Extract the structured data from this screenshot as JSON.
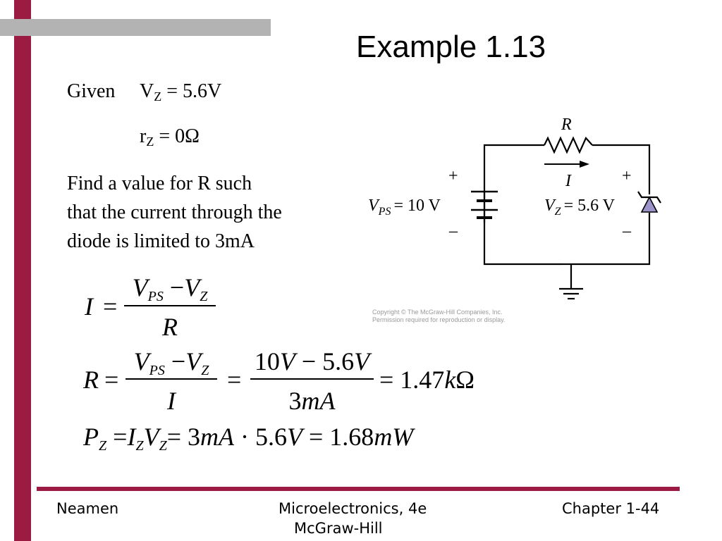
{
  "slide": {
    "title": "Example 1.13",
    "colors": {
      "accent": "#9b1b42",
      "top_bar": "#b3b3b3"
    }
  },
  "given": {
    "label": "Given",
    "vz_sym": "V",
    "vz_sub": "Z",
    "vz_val": "= 5.6V",
    "rz_sym": "r",
    "rz_sub": "Z",
    "rz_val": "= 0Ω"
  },
  "problem": {
    "lines": [
      "Find a value for R such",
      "that the current through the",
      "diode is limited to 3mA"
    ]
  },
  "circuit": {
    "r_label": "R",
    "i_label": "I",
    "plus_left": "+",
    "minus_left": "–",
    "plus_right": "+",
    "minus_right": "–",
    "vps_sym": "V",
    "vps_sub": "PS",
    "vps_val": "= 10 V",
    "vz_sym": "V",
    "vz_sub": "Z",
    "vz_val": "= 5.6 V",
    "copyright_1": "Copyright © The McGraw-Hill Companies, Inc.",
    "copyright_2": "Permission required for reproduction or display."
  },
  "equations": {
    "eq1": {
      "lhs": "I",
      "eq": "=",
      "num_v1": "V",
      "num_s1": "PS",
      "num_minus": " −",
      "num_v2": "V",
      "num_s2": "Z",
      "den": "R"
    },
    "eq2": {
      "lhs": "R",
      "eq1": "=",
      "num_v1": "V",
      "num_s1": "PS",
      "num_minus": " −",
      "num_v2": "V",
      "num_s2": "Z",
      "den1": "I",
      "eq2": "=",
      "num2_a": "10",
      "num2_b": "V",
      "num2_c": " − 5.6",
      "num2_d": "V",
      "den2_a": "3",
      "den2_b": "mA",
      "eq3": "= 1.47",
      "res_unit": "k",
      "res_omega": "Ω"
    },
    "eq3": {
      "p": "P",
      "p_sub": "Z",
      "eq": " =",
      "i": "I",
      "i_sub": "Z",
      "v": "V",
      "v_sub": "Z",
      "rest": "= 3",
      "ma": "mA",
      "dot": " · 5.6",
      "vv": "V",
      "eq2": " = 1.68",
      "mw": "mW"
    }
  },
  "footer": {
    "left": "Neamen",
    "center_line1": "Microelectronics, 4e",
    "center_line2": "McGraw-Hill",
    "right": "Chapter 1-44"
  }
}
